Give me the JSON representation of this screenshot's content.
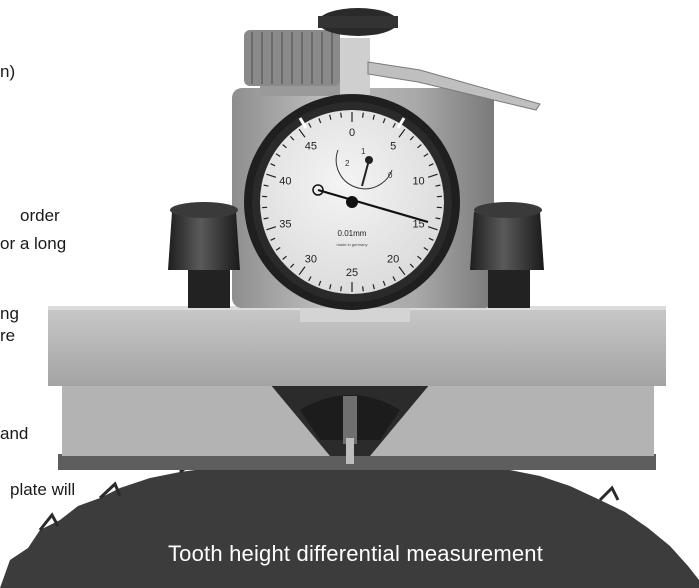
{
  "left_text_fragments": [
    "n)",
    "order",
    "or a long",
    "ng",
    "re",
    "and",
    "plate will"
  ],
  "caption": "Tooth height differential measurement",
  "dial": {
    "numbers": [
      "0",
      "5",
      "10",
      "15",
      "20",
      "25",
      "30",
      "35",
      "40",
      "45"
    ],
    "inner_scale": [
      "2",
      "1",
      "0"
    ],
    "unit": "0.01mm",
    "maker_mark": "made in germany"
  }
}
